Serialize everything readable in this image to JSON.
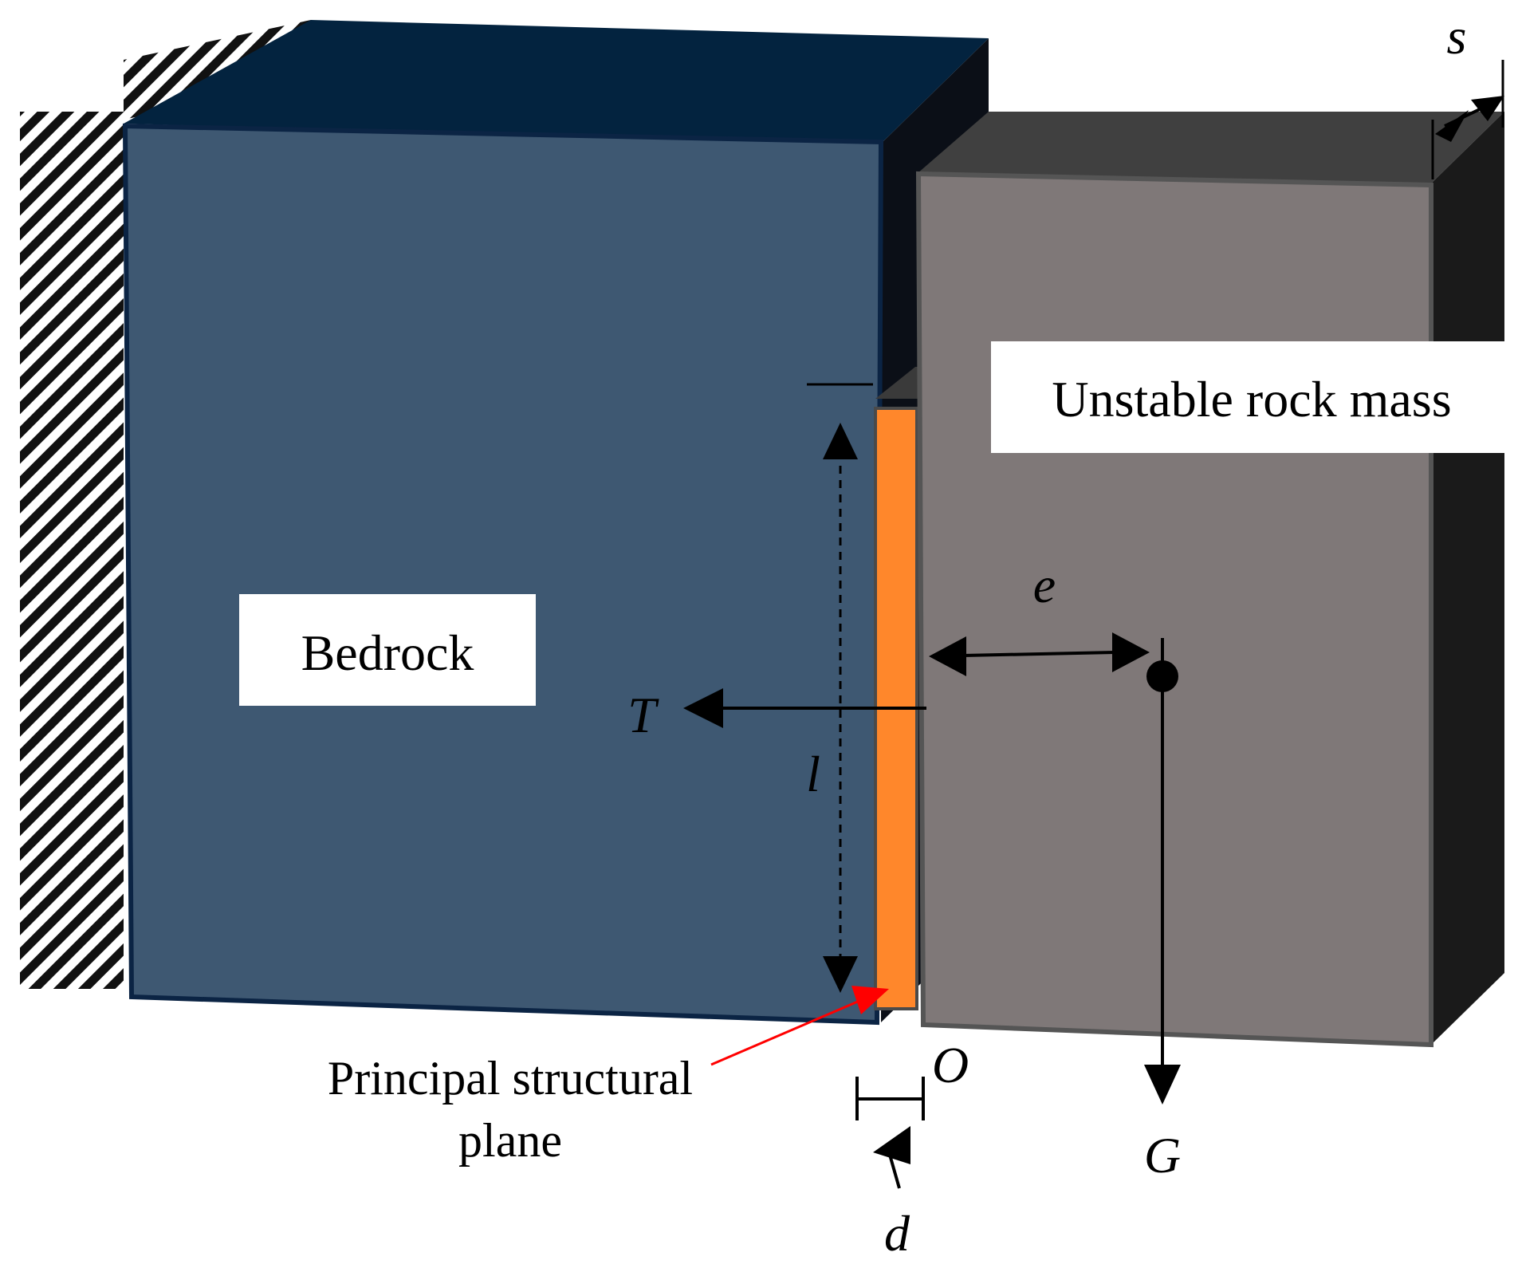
{
  "labels": {
    "bedrock": "Bedrock",
    "unstable_rock_mass": "Unstable rock mass",
    "principal_line1": "Principal structural",
    "principal_line2": "plane",
    "T": "T",
    "l": "l",
    "e": "e",
    "G": "G",
    "O": "O",
    "d": "d",
    "s": "s"
  },
  "colors": {
    "bedrock_front": "#3E5872",
    "bedrock_top": "#03233F",
    "bedrock_side": "#0B0F17",
    "rock_front": "#7F7878",
    "rock_top": "#404040",
    "rock_side": "#1A1A1A",
    "structural_plane": "#FF872B",
    "pointer_red": "#FF0000"
  }
}
